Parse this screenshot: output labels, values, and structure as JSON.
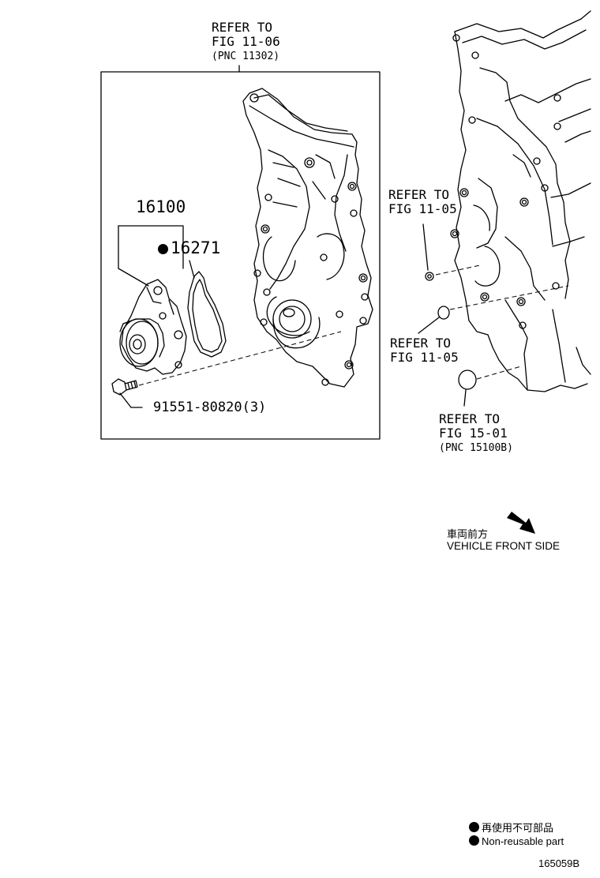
{
  "refs": {
    "top": {
      "line1": "REFER TO",
      "line2": "FIG 11-06",
      "line3": "(PNC 11302)"
    },
    "right_upper": {
      "line1": "REFER TO",
      "line2": "FIG 11-05"
    },
    "right_middle": {
      "line1": "REFER TO",
      "line2": "FIG 11-05"
    },
    "right_lower": {
      "line1": "REFER TO",
      "line2": "FIG 15-01",
      "line3": "(PNC 15100B)"
    }
  },
  "parts": {
    "water_pump": "16100",
    "gasket": "16271",
    "bolt": "91551-80820(3)"
  },
  "direction": {
    "jp": "車両前方",
    "en": "VEHICLE FRONT SIDE"
  },
  "legend": {
    "jp": "再使用不可部品",
    "en": "Non-reusable part"
  },
  "figure_id": "165059B",
  "colors": {
    "ink": "#000000",
    "paper": "#ffffff"
  }
}
